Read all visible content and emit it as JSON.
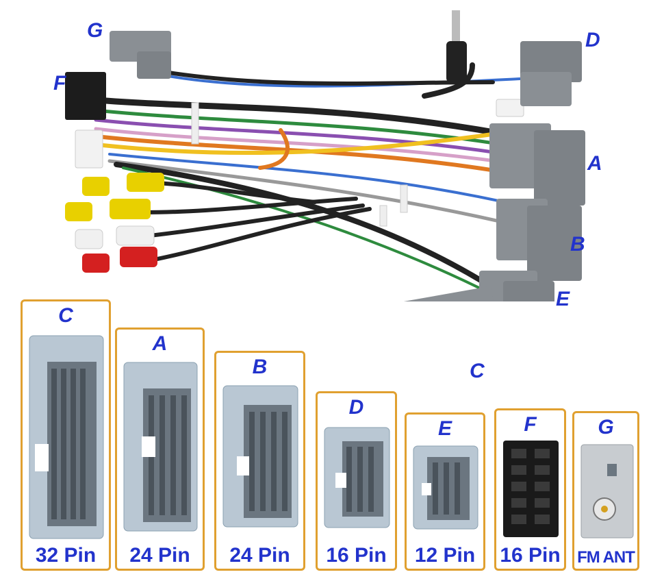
{
  "harness_labels": {
    "g": "G",
    "f": "F",
    "d": "D",
    "a": "A",
    "b": "B",
    "e": "E",
    "c": "C"
  },
  "connectors": [
    {
      "letter": "C",
      "pins": "32 Pin"
    },
    {
      "letter": "A",
      "pins": "24 Pin"
    },
    {
      "letter": "B",
      "pins": "24 Pin"
    },
    {
      "letter": "D",
      "pins": "16 Pin"
    },
    {
      "letter": "E",
      "pins": "12 Pin"
    },
    {
      "letter": "F",
      "pins": "16 Pin"
    },
    {
      "letter": "G",
      "pins": "FM ANT"
    }
  ],
  "colors": {
    "label": "#2233cc",
    "card_border": "#e0a030",
    "connector_gray": "#8a8f94",
    "connector_light": "#b9c7d3"
  }
}
